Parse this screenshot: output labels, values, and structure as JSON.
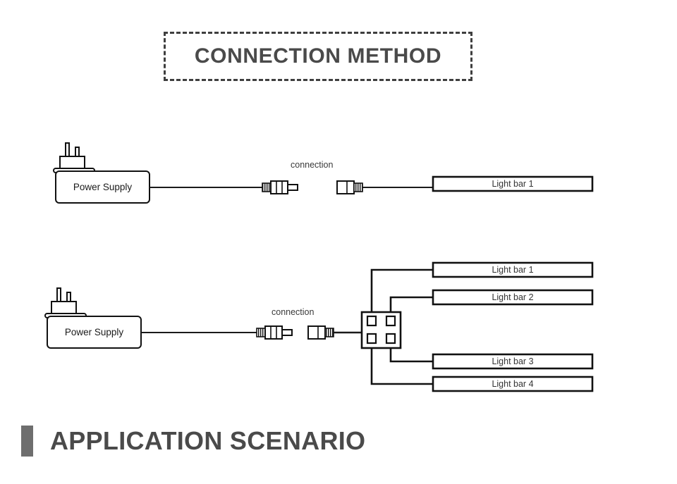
{
  "header": {
    "title": "CONNECTION METHOD"
  },
  "footer": {
    "title": "APPLICATION SCENARIO",
    "accent_color": "#6e6e6e"
  },
  "colors": {
    "line": "#1a1a1a",
    "text": "#4a4a4a",
    "box_border": "#111111",
    "dash_border": "#3f3f3f"
  },
  "diagrams": [
    {
      "id": "single-connection",
      "power_supply": {
        "label": "Power Supply"
      },
      "connection": {
        "label": "connection"
      },
      "outputs": [
        {
          "label": "Light bar 1"
        }
      ]
    },
    {
      "id": "splitter-connection",
      "power_supply": {
        "label": "Power Supply"
      },
      "connection": {
        "label": "connection"
      },
      "splitter": {
        "ports": 4
      },
      "outputs": [
        {
          "label": "Light bar 1"
        },
        {
          "label": "Light bar 2"
        },
        {
          "label": "Light bar 3"
        },
        {
          "label": "Light bar 4"
        }
      ]
    }
  ]
}
